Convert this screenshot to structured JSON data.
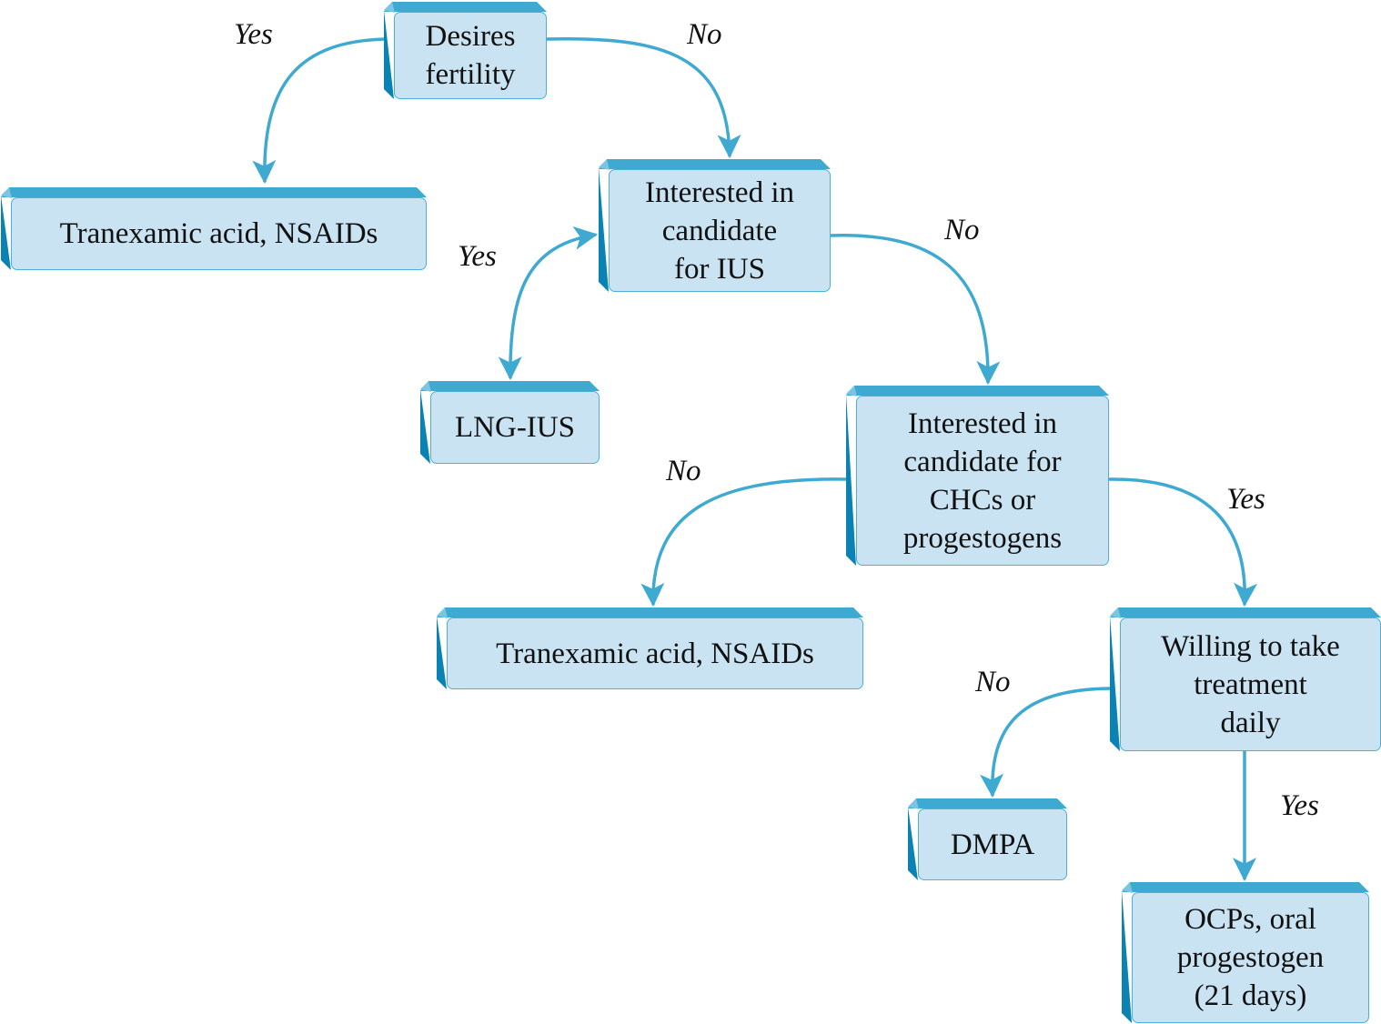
{
  "colors": {
    "arrow": "#3ea9d1",
    "box_face": "#c9e3f2",
    "box_top_bevel": "#3ea9d1",
    "box_left_bevel": "#0a83b4",
    "text": "#111111"
  },
  "nodes": {
    "desires_fertility": {
      "text": "Desires\nfertility"
    },
    "tranexamic_1": {
      "text": "Tranexamic acid, NSAIDs"
    },
    "candidate_ius": {
      "text": "Interested in\ncandidate\nfor IUS"
    },
    "lng_ius": {
      "text": "LNG-IUS"
    },
    "candidate_chc": {
      "text": "Interested in\ncandidate for\nCHCs or\nprogestogens"
    },
    "tranexamic_2": {
      "text": "Tranexamic acid, NSAIDs"
    },
    "willing_daily": {
      "text": "Willing to take\ntreatment\ndaily"
    },
    "dmpa": {
      "text": "DMPA"
    },
    "ocps": {
      "text": "OCPs, oral\nprogestogen\n(21 days)"
    }
  },
  "edges": [
    {
      "from": "desires_fertility",
      "to": "tranexamic_1",
      "label": "Yes"
    },
    {
      "from": "desires_fertility",
      "to": "candidate_ius",
      "label": "No"
    },
    {
      "from": "candidate_ius",
      "to": "lng_ius",
      "label": "Yes",
      "bidirectional": true
    },
    {
      "from": "candidate_ius",
      "to": "candidate_chc",
      "label": "No"
    },
    {
      "from": "candidate_chc",
      "to": "tranexamic_2",
      "label": "No"
    },
    {
      "from": "candidate_chc",
      "to": "willing_daily",
      "label": "Yes"
    },
    {
      "from": "willing_daily",
      "to": "dmpa",
      "label": "No"
    },
    {
      "from": "willing_daily",
      "to": "ocps",
      "label": "Yes"
    }
  ]
}
